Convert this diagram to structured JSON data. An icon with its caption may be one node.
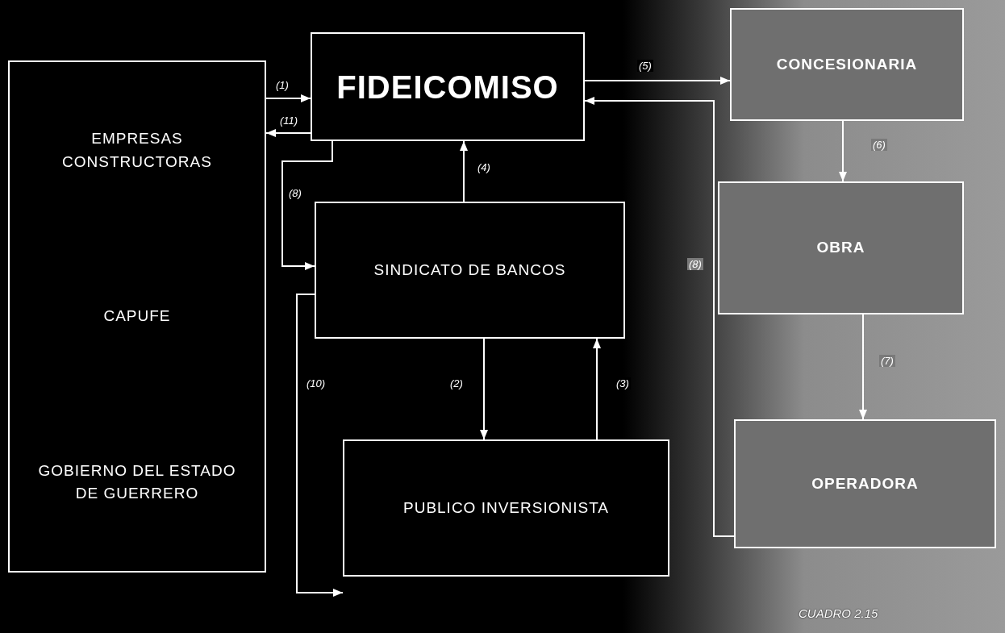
{
  "diagram": {
    "nodes": [
      {
        "text": [
          "EMPRESAS CONSTRUCTORAS",
          "CAPUFE",
          "GOBIERNO DEL ESTADO DE GUERRERO"
        ]
      },
      {
        "text": [
          "FIDEICOMISO"
        ]
      },
      {
        "text": [
          "SINDICATO DE BANCOS"
        ]
      },
      {
        "text": [
          "PUBLICO INVERSIONISTA"
        ]
      },
      {
        "text": [
          "CONCESIONARIA"
        ]
      },
      {
        "text": [
          "OBRA"
        ]
      },
      {
        "text": [
          "OPERADORA"
        ]
      }
    ],
    "edges": [
      {
        "from": 0,
        "to": 1,
        "arrow": "to",
        "label": "(1)"
      },
      {
        "from": 1,
        "to": 0,
        "arrow": "to",
        "label": "(11)"
      },
      {
        "from": 1,
        "to": 2,
        "arrow": "to",
        "label": "(8)"
      },
      {
        "from": 2,
        "to": 1,
        "arrow": "to",
        "label": "(4)"
      },
      {
        "from": 2,
        "to": 3,
        "arrow": "to",
        "label": "(2)"
      },
      {
        "from": 3,
        "to": 2,
        "arrow": "to",
        "label": "(3)"
      },
      {
        "from": 2,
        "to": 3,
        "arrow": "to",
        "label": "(10)"
      },
      {
        "from": 1,
        "to": 4,
        "arrow": "to",
        "label": "(5)"
      },
      {
        "from": 4,
        "to": 5,
        "arrow": "to",
        "label": "(6)"
      },
      {
        "from": 5,
        "to": 6,
        "arrow": "to",
        "label": "(7)"
      },
      {
        "from": 6,
        "to": 1,
        "arrow": "to",
        "label": "(8)"
      }
    ],
    "labels": [
      "CUADRO 2.15"
    ]
  }
}
